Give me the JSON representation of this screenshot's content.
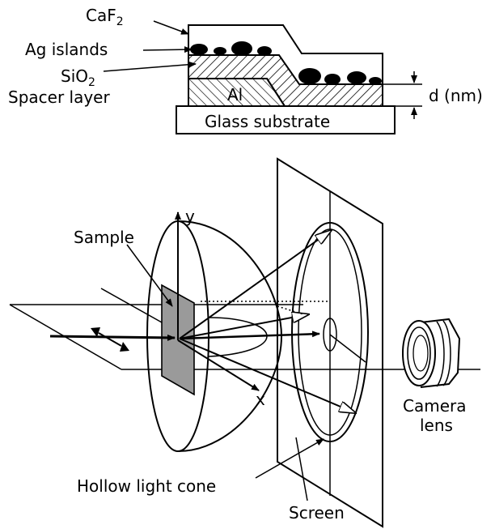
{
  "layer_stack": {
    "labels": {
      "caf2_base": "CaF",
      "caf2_sub": "2",
      "ag_islands": "Ag islands",
      "sio2_base": "SiO",
      "sio2_sub": "2",
      "spacer": "Spacer layer",
      "al": "Al",
      "glass": "Glass substrate",
      "thickness": "d (nm)"
    }
  },
  "setup": {
    "labels": {
      "y_axis": "y",
      "x_axis": "x",
      "sample": "Sample",
      "camera_line1": "Camera",
      "camera_line2": "lens",
      "cone": "Hollow light cone",
      "screen": "Screen"
    }
  }
}
